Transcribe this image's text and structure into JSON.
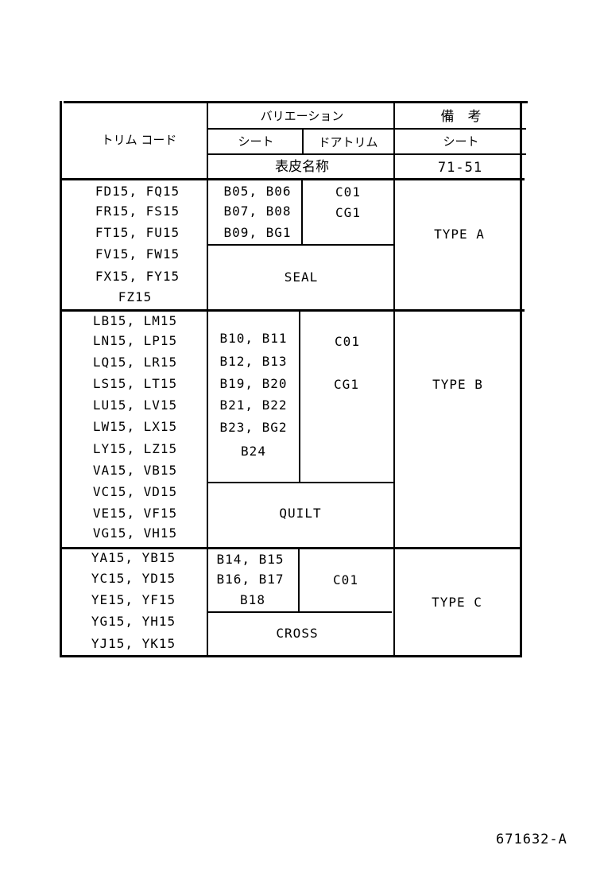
{
  "header": {
    "trim_code": "トリム コード",
    "variation": "バリエーション",
    "remarks": "備　考",
    "seat": "シート",
    "door_trim": "ドアトリム",
    "remarks_seat": "シート",
    "surface_name": "表皮名称",
    "ref_code": "71-51"
  },
  "groups": [
    {
      "trim_codes": [
        "FD15, FQ15",
        "FR15, FS15",
        "FT15, FU15",
        "FV15, FW15",
        "FX15, FY15",
        "FZ15"
      ],
      "seats": [
        "B05, B06",
        "B07, B08",
        "B09, BG1"
      ],
      "door_trims": [
        "C01",
        "CG1"
      ],
      "surface": "SEAL",
      "type": "TYPE A"
    },
    {
      "trim_codes": [
        "LB15, LM15",
        "LN15, LP15",
        "LQ15, LR15",
        "LS15, LT15",
        "LU15, LV15",
        "LW15, LX15",
        "LY15, LZ15",
        "VA15, VB15",
        "VC15, VD15",
        "VE15, VF15",
        "VG15, VH15"
      ],
      "seats": [
        "B10, B11",
        "B12, B13",
        "B19, B20",
        "B21, B22",
        "B23, BG2",
        "B24"
      ],
      "door_trims": [
        "C01",
        "CG1"
      ],
      "surface": "QUILT",
      "type": "TYPE B"
    },
    {
      "trim_codes": [
        "YA15, YB15",
        "YC15, YD15",
        "YE15, YF15",
        "YG15, YH15",
        "YJ15, YK15"
      ],
      "seats": [
        "B14, B15",
        "B16, B17",
        "B18"
      ],
      "door_trims": [
        "C01"
      ],
      "surface": "CROSS",
      "type": "TYPE C"
    }
  ],
  "footer_code": "671632-A"
}
